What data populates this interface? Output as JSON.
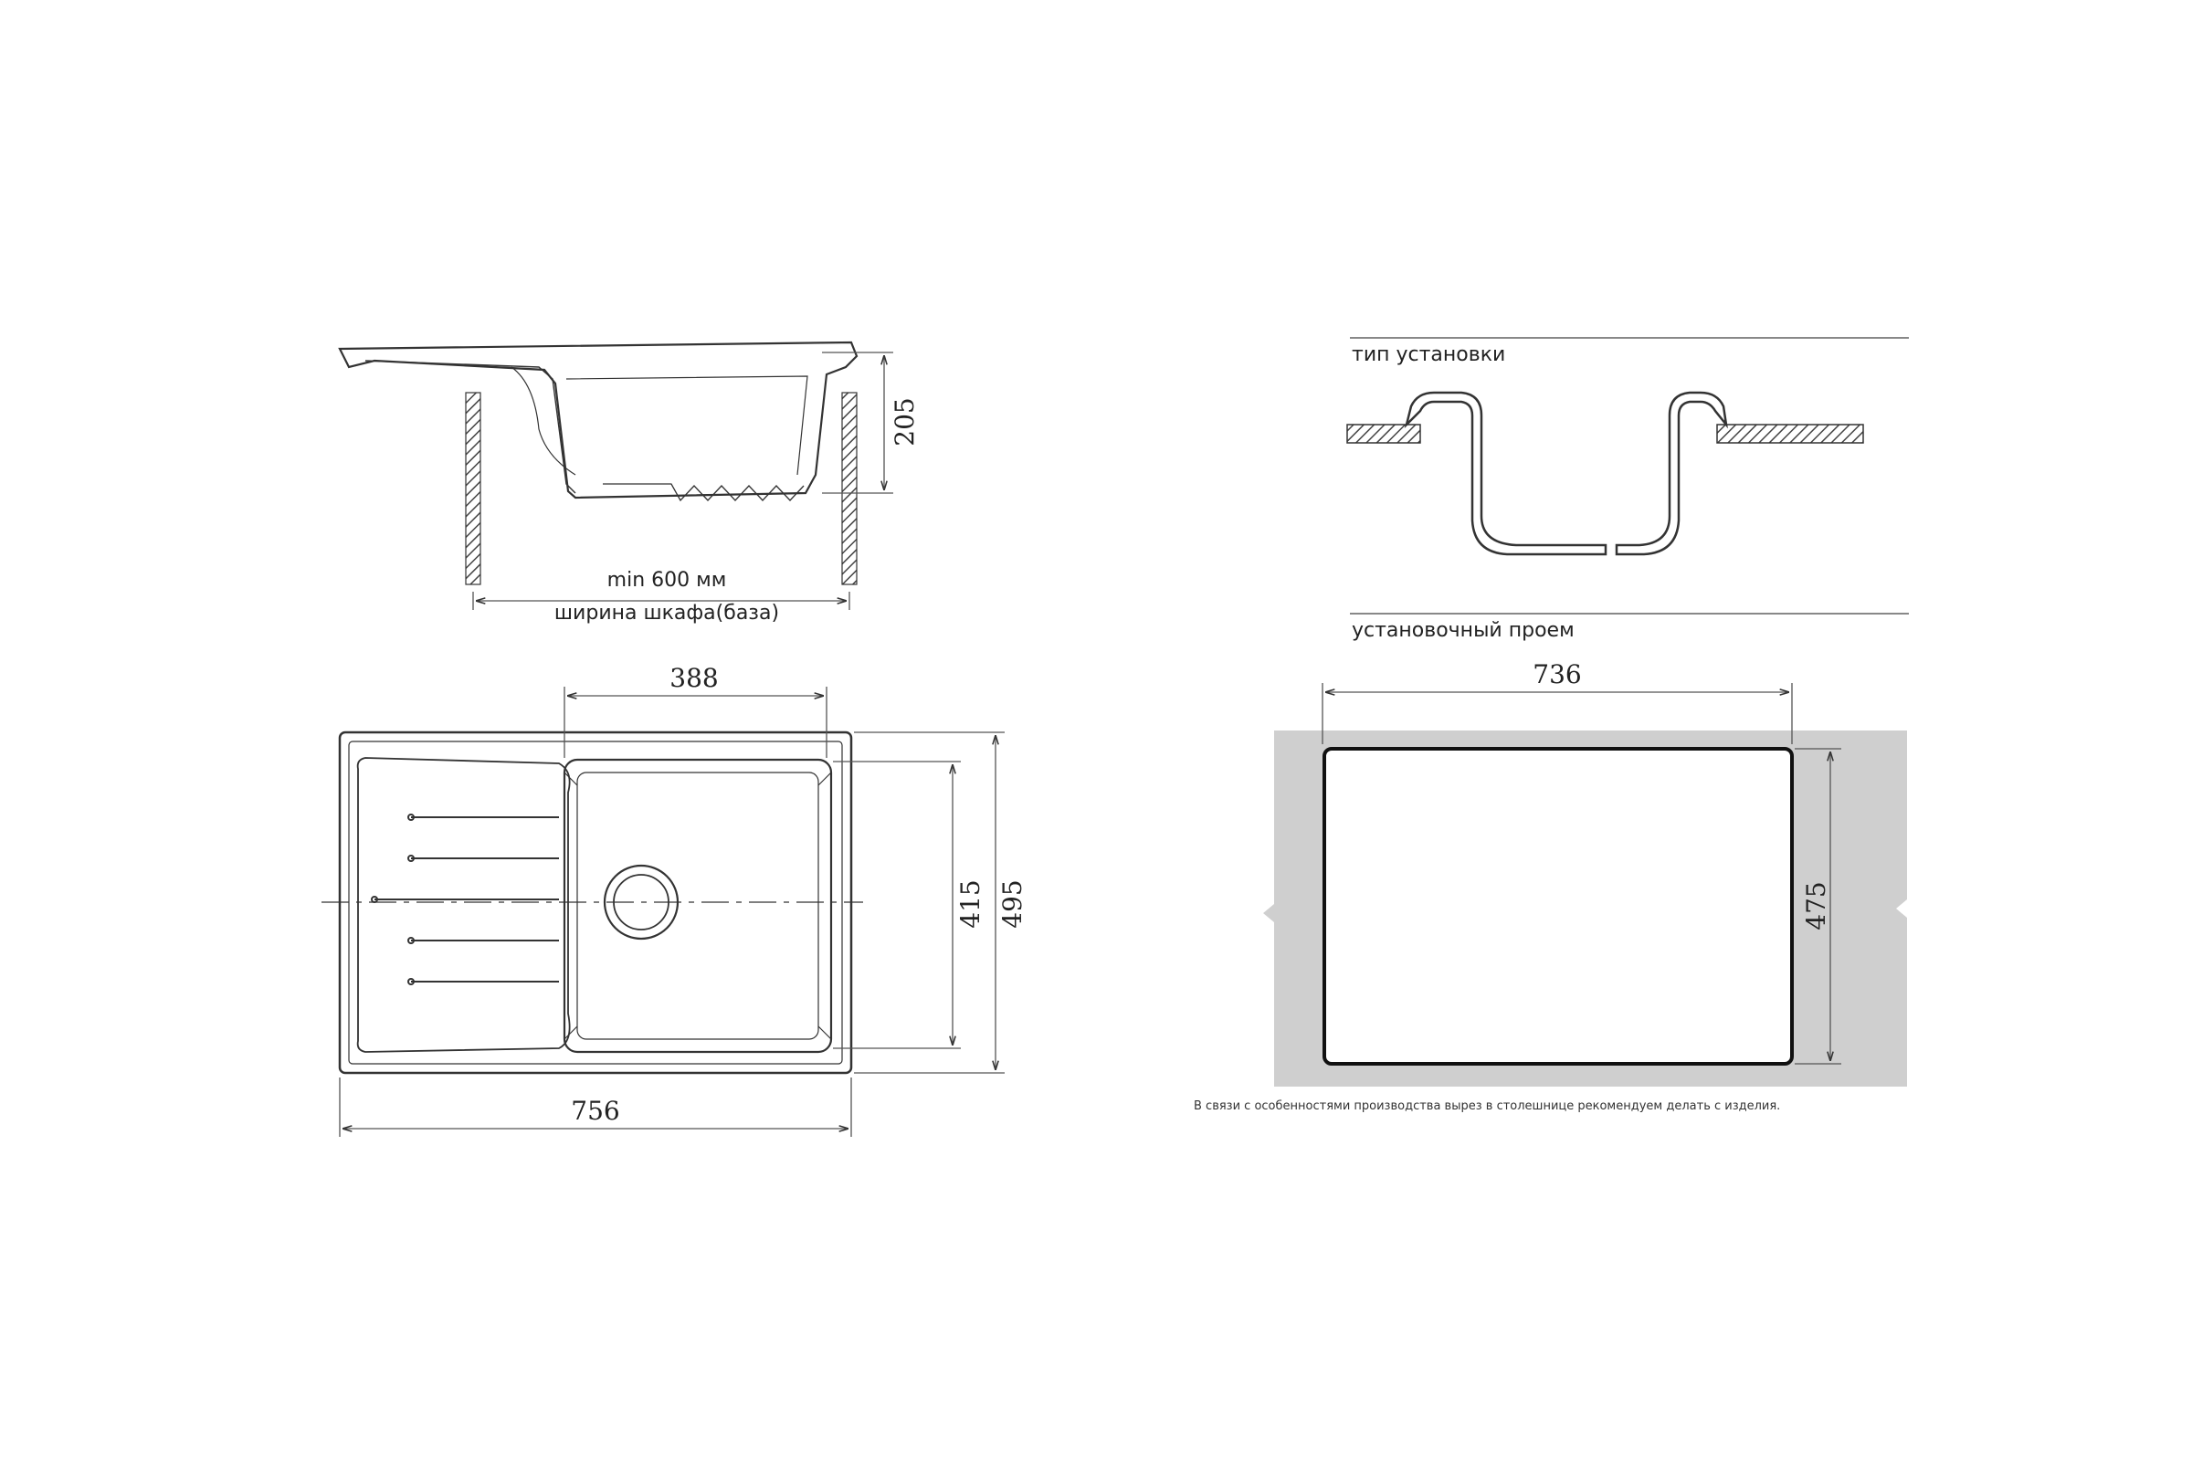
{
  "side_view": {
    "height_dim": "205",
    "min_width_label": "min 600 мм",
    "cabinet_label": "ширина шкафа(база)"
  },
  "top_view": {
    "bowl_width_dim": "388",
    "inner_height_dim": "415",
    "outer_height_dim": "495",
    "outer_width_dim": "756"
  },
  "install_type": {
    "title": "тип установки"
  },
  "cutout": {
    "title": "установочный проем",
    "width_dim": "736",
    "height_dim": "475",
    "note": "В связи с особенностями производства вырез в столешнице рекомендуем делать с изделия."
  },
  "colors": {
    "line": "#333333",
    "countertop_gray": "#cfcfcf"
  }
}
